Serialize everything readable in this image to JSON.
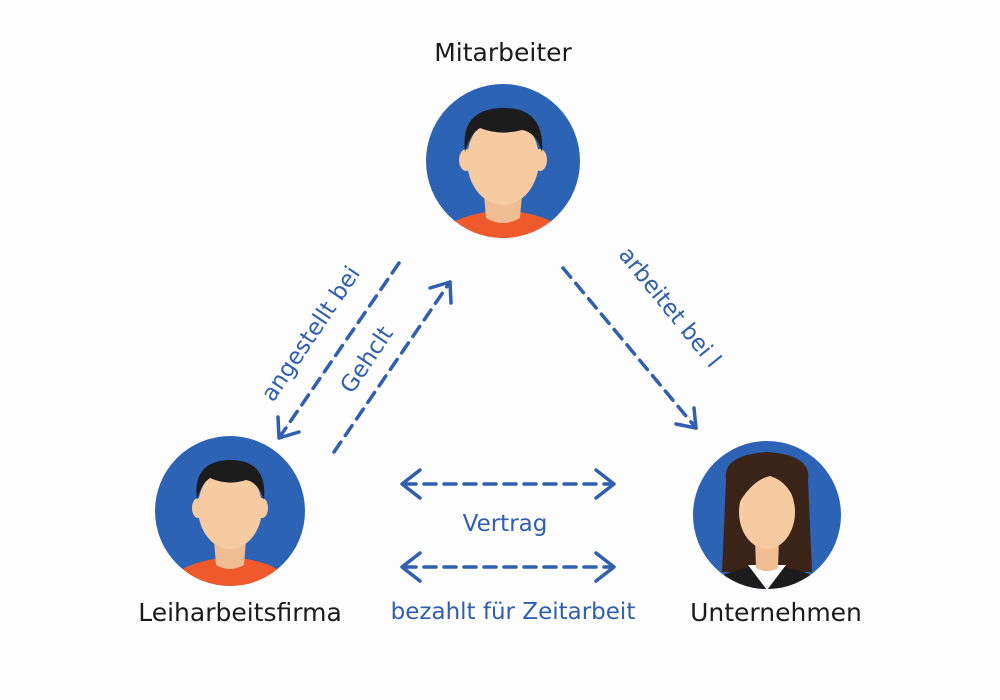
{
  "nodes": {
    "mitarbeiter": {
      "label": "Mitarbeiter",
      "icon": "man-avatar-icon"
    },
    "leiharbeitsfirma": {
      "label": "Leiharbeitsfirma",
      "icon": "man-avatar-icon"
    },
    "unternehmen": {
      "label": "Unternehmen",
      "icon": "woman-avatar-icon"
    }
  },
  "relations": {
    "angestellt_bei": "angestellt bei",
    "gehalt": "Gehclt",
    "arbeitet_bei": "arbeitet bei l",
    "vertrag": "Vertrag",
    "bezahlt": "bezahlt für Zeitarbeit"
  },
  "colors": {
    "accent": "#2f5fae",
    "avatar_bg": "#2d63b4",
    "skin": "#f6cba1",
    "hair": "#1c1c1c",
    "woman_hair": "#3a2418",
    "shirt": "#ee5a2c",
    "blazer": "#1c1c1c",
    "text": "#1b1b1b"
  }
}
